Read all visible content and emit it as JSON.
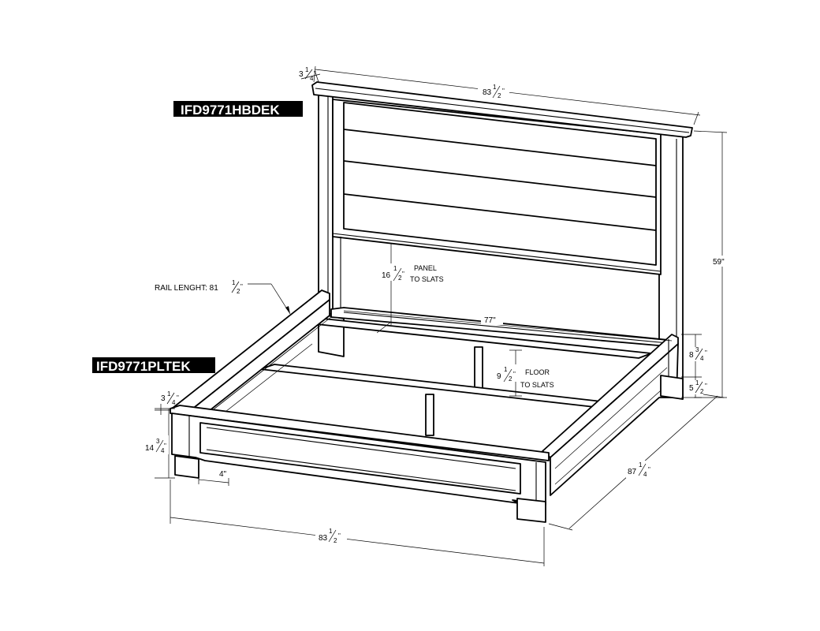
{
  "models": {
    "headboard": "IFD9771HBDEK",
    "platform": "IFD9771PLTEK"
  },
  "dimensions": {
    "headboard_top_thickness": {
      "whole": "3",
      "num": "1",
      "den": "4",
      "unit": "\""
    },
    "headboard_width": {
      "whole": "83",
      "num": "1",
      "den": "2",
      "unit": "\""
    },
    "headboard_height": "59\"",
    "panel_to_slats": {
      "whole": "16",
      "num": "1",
      "den": "2",
      "unit": "\"",
      "label_line1": "PANEL",
      "label_line2": "TO SLATS"
    },
    "inner_width": "77\"",
    "rail_length": {
      "prefix": "RAIL LENGHT: 81",
      "num": "1",
      "den": "2",
      "unit": "\""
    },
    "floor_to_slats": {
      "whole": "9",
      "num": "1",
      "den": "2",
      "unit": "\"",
      "label_line1": "FLOOR",
      "label_line2": "TO SLATS"
    },
    "side_rail_height": {
      "whole": "8",
      "num": "3",
      "den": "4",
      "unit": "\""
    },
    "leg_height": {
      "whole": "5",
      "num": "1",
      "den": "2",
      "unit": "\""
    },
    "footboard_top_thickness": {
      "whole": "3",
      "num": "1",
      "den": "4",
      "unit": "\""
    },
    "footboard_height": {
      "whole": "14",
      "num": "3",
      "den": "4",
      "unit": "\""
    },
    "foot_width": "4\"",
    "bed_length": {
      "whole": "87",
      "num": "1",
      "den": "4",
      "unit": "\""
    },
    "footboard_width": {
      "whole": "83",
      "num": "1",
      "den": "2",
      "unit": "\""
    }
  }
}
